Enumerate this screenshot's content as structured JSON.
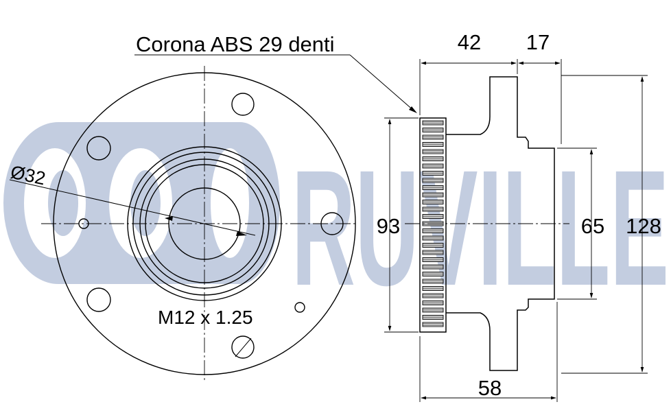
{
  "logo": {
    "text": "RUVILLE",
    "color": "#c3cde0"
  },
  "labels": {
    "abs_ring": "Corona ABS 29 denti",
    "bore_diameter": "Ø32",
    "thread": "M12 x 1.25"
  },
  "dimensions": {
    "flange_to_ring": "42",
    "pilot_length": "17",
    "ring_diameter": "93",
    "pilot_diameter": "65",
    "flange_diameter": "128",
    "total_length": "58"
  },
  "colors": {
    "line": "#000000",
    "logo": "#c3cde0"
  }
}
